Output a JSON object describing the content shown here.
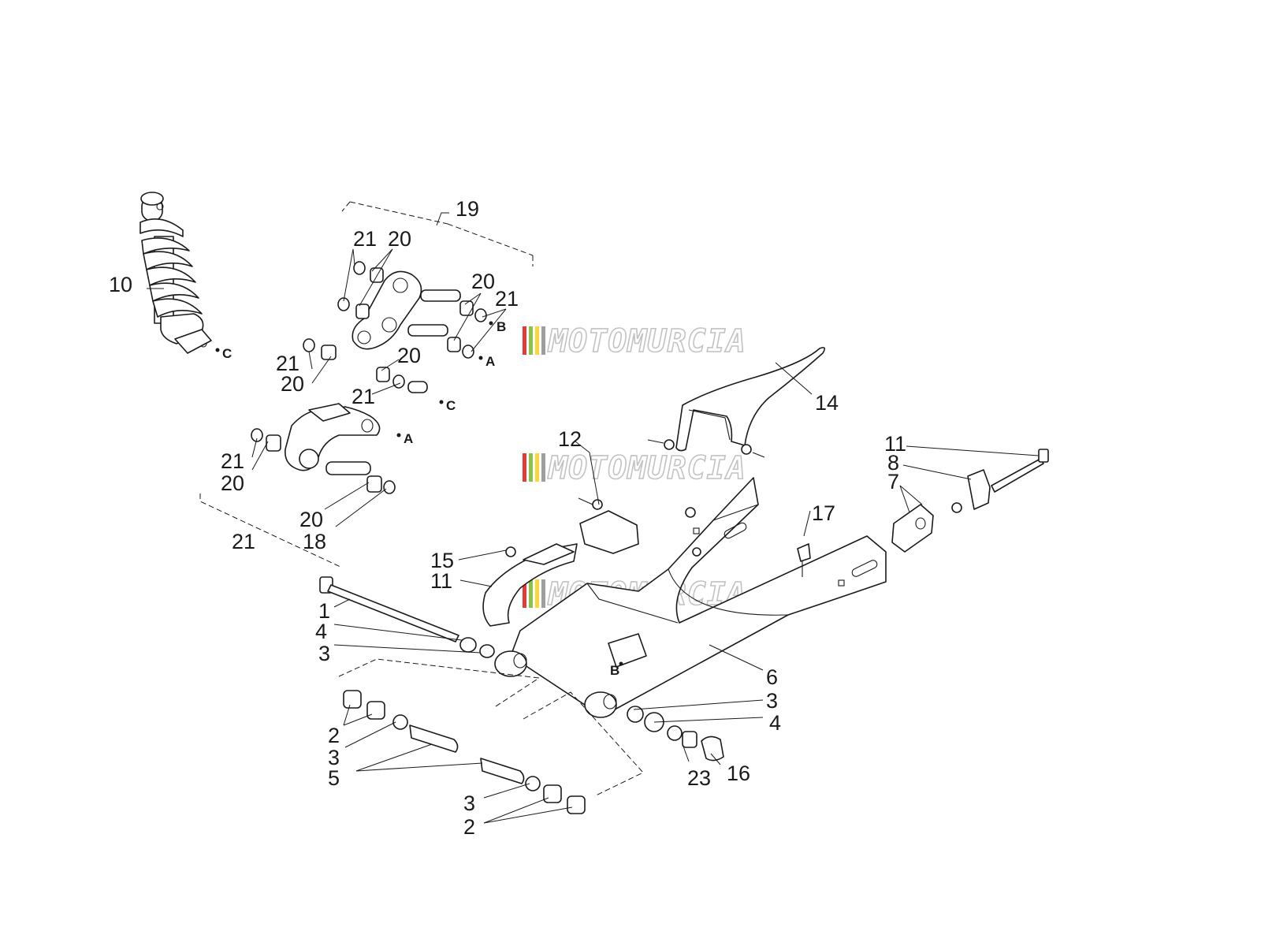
{
  "diagram": {
    "watermark": {
      "text": "MOTOMURCIA",
      "colors": [
        "#e53935",
        "#8bc34a",
        "#fdd835",
        "#9e9e9e"
      ]
    },
    "labels": [
      {
        "id": "l10",
        "text": "10"
      },
      {
        "id": "l19",
        "text": "19"
      },
      {
        "id": "l21a",
        "text": "21"
      },
      {
        "id": "l20a",
        "text": "20"
      },
      {
        "id": "l20b",
        "text": "20"
      },
      {
        "id": "l21b",
        "text": "21"
      },
      {
        "id": "l21c",
        "text": "21"
      },
      {
        "id": "l20c",
        "text": "20"
      },
      {
        "id": "l20d",
        "text": "20"
      },
      {
        "id": "l21d",
        "text": "21"
      },
      {
        "id": "l14",
        "text": "14"
      },
      {
        "id": "l12",
        "text": "12"
      },
      {
        "id": "l11a",
        "text": "11"
      },
      {
        "id": "l8",
        "text": "8"
      },
      {
        "id": "l7",
        "text": "7"
      },
      {
        "id": "l21e",
        "text": "21"
      },
      {
        "id": "l20e",
        "text": "20"
      },
      {
        "id": "l20f",
        "text": "20"
      },
      {
        "id": "l21f",
        "text": "21"
      },
      {
        "id": "l18",
        "text": "18"
      },
      {
        "id": "l17",
        "text": "17"
      },
      {
        "id": "l15",
        "text": "15"
      },
      {
        "id": "l11b",
        "text": "11"
      },
      {
        "id": "l1",
        "text": "1"
      },
      {
        "id": "l4a",
        "text": "4"
      },
      {
        "id": "l3a",
        "text": "3"
      },
      {
        "id": "l6",
        "text": "6"
      },
      {
        "id": "l3b",
        "text": "3"
      },
      {
        "id": "l4b",
        "text": "4"
      },
      {
        "id": "l2a",
        "text": "2"
      },
      {
        "id": "l3c",
        "text": "3"
      },
      {
        "id": "l5",
        "text": "5"
      },
      {
        "id": "l23",
        "text": "23"
      },
      {
        "id": "l16",
        "text": "16"
      },
      {
        "id": "l3d",
        "text": "3"
      },
      {
        "id": "l2b",
        "text": "2"
      }
    ],
    "refs": [
      {
        "id": "rC1",
        "text": "C"
      },
      {
        "id": "rB1",
        "text": "B"
      },
      {
        "id": "rA1",
        "text": "A"
      },
      {
        "id": "rC2",
        "text": "C"
      },
      {
        "id": "rA2",
        "text": "A"
      },
      {
        "id": "rB2",
        "text": "B"
      }
    ]
  }
}
